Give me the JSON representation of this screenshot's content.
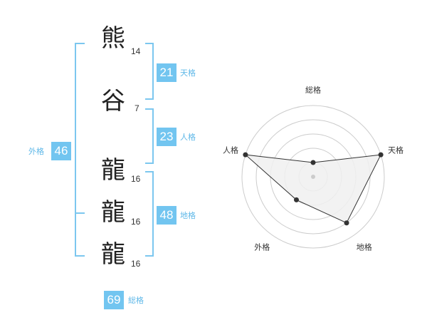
{
  "name": {
    "chars": [
      {
        "kanji": "熊",
        "strokes": "14"
      },
      {
        "kanji": "谷",
        "strokes": "7"
      },
      {
        "kanji": "龍",
        "strokes": "16"
      },
      {
        "kanji": "龍",
        "strokes": "16"
      },
      {
        "kanji": "龍",
        "strokes": "16"
      }
    ]
  },
  "kakusu": {
    "tenkaku": {
      "value": "21",
      "label": "天格"
    },
    "jinkaku": {
      "value": "23",
      "label": "人格"
    },
    "chikaku": {
      "value": "48",
      "label": "地格"
    },
    "gaikaku": {
      "value": "46",
      "label": "外格"
    },
    "soukaku": {
      "value": "69",
      "label": "総格"
    }
  },
  "colors": {
    "accent": "#72c5f0",
    "bracket": "#7cc7ef",
    "radar_grid": "#cccccc",
    "radar_fill": "#f0f0f0"
  },
  "chart_data": {
    "type": "radar",
    "axes": [
      "総格",
      "天格",
      "地格",
      "外格",
      "人格"
    ],
    "levels": 5,
    "max": 5,
    "values": [
      1,
      5,
      4,
      2,
      5
    ]
  }
}
